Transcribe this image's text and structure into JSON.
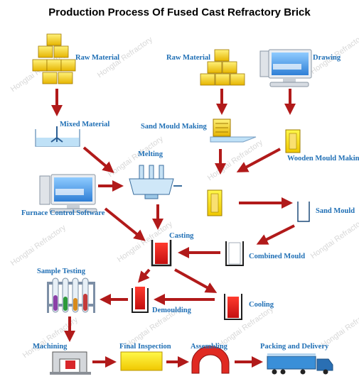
{
  "title": "Production Process Of Fused Cast Refractory Brick",
  "watermark": "Hongtai Refractory",
  "steps": {
    "raw_material_left": "Raw Material",
    "mixed_material": "Mixed  Material",
    "melting": "Melting",
    "furnace_control": "Furnace Control Software",
    "casting": "Casting",
    "raw_material_right": "Raw Material",
    "drawing": "Drawing",
    "sand_mould_making": "Sand Mould Making",
    "wooden_mould_making": "Wooden Mould Making",
    "sand_mould": "Sand Mould",
    "combined_mould": "Combined Mould",
    "cooling": "Cooling",
    "demoulding": "Demoulding",
    "sample_testing": "Sample Testing",
    "machining": "Machining",
    "final_inspection": "Final Inspection",
    "assembling": "Assembling",
    "packing_delivery": "Packing and Delivery"
  },
  "colors": {
    "arrow": "#b11a1a",
    "label": "#1f6fb5",
    "gold": "#f2c200"
  }
}
